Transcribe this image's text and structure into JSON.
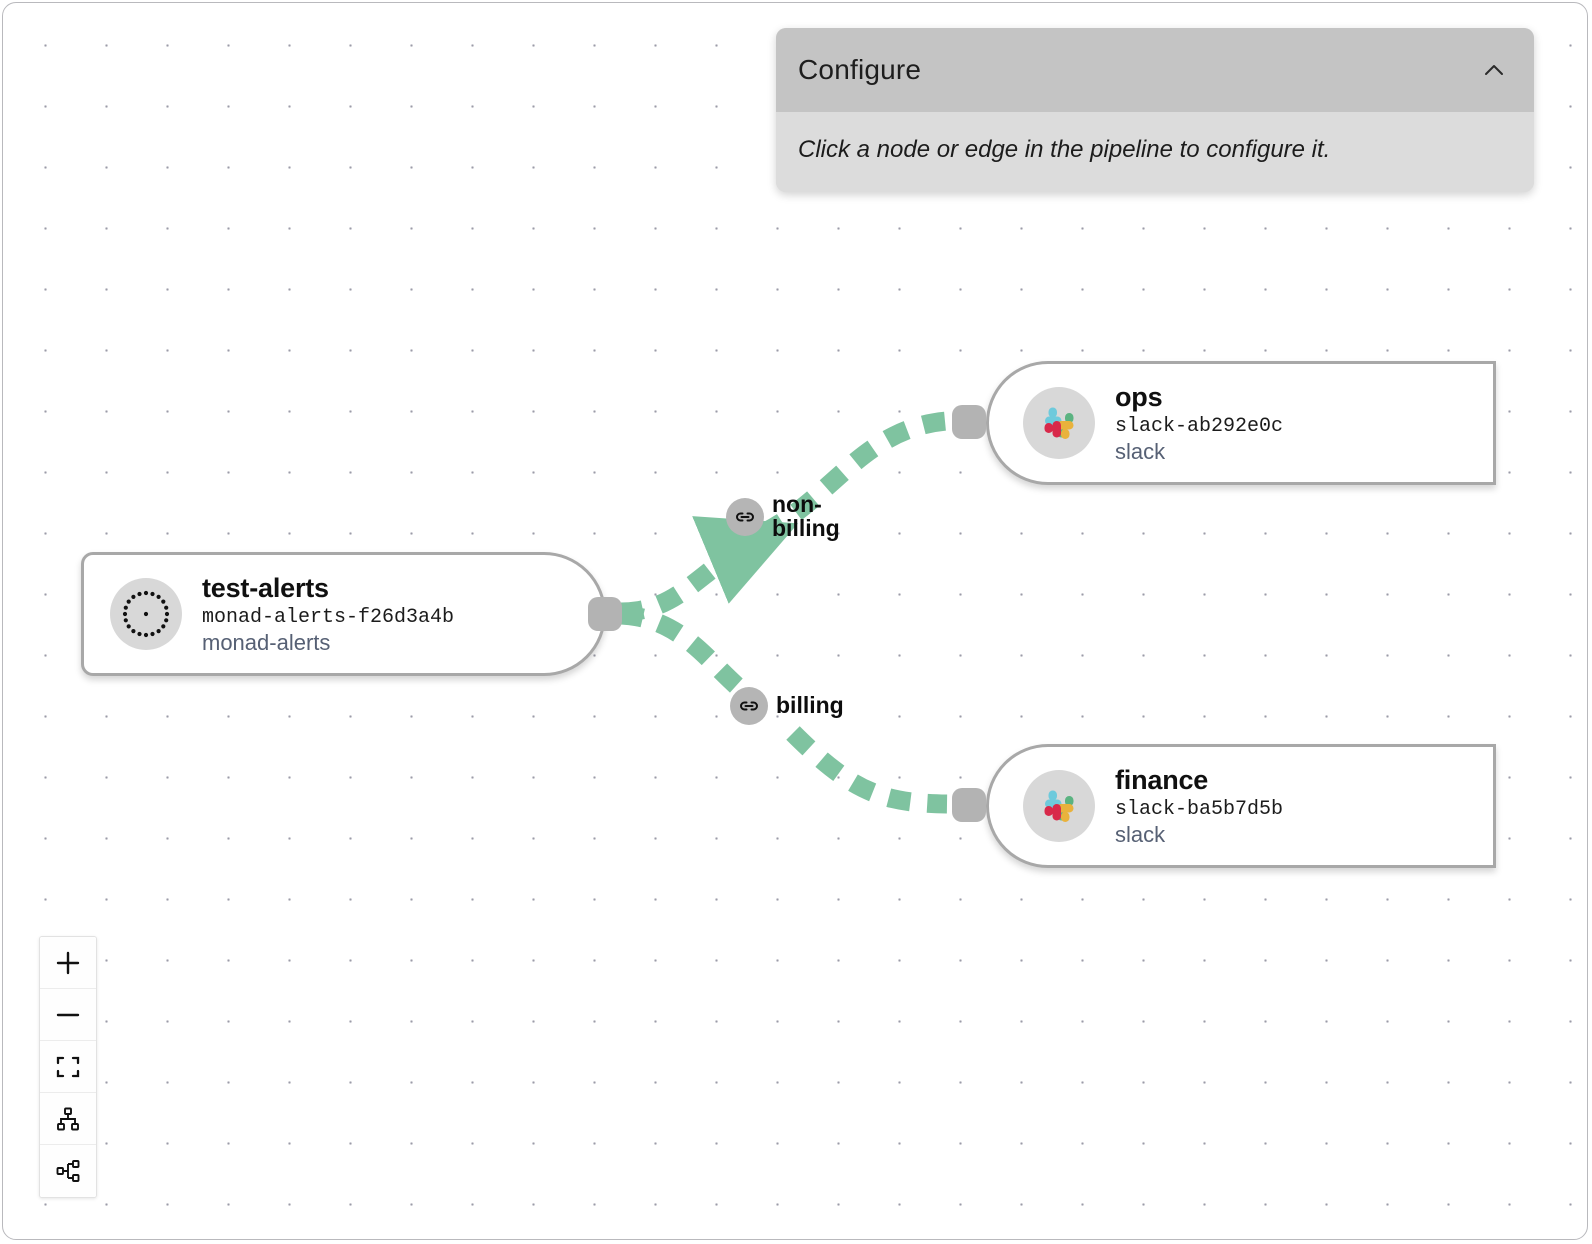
{
  "panel": {
    "title": "Configure",
    "hint": "Click a node or edge in the pipeline to configure it.",
    "collapse_icon": "chevron-up-icon"
  },
  "pipeline": {
    "nodes": [
      {
        "id": "source",
        "title": "test-alerts",
        "identifier": "monad-alerts-f26d3a4b",
        "type": "monad-alerts",
        "icon": "monad-alerts-icon"
      },
      {
        "id": "ops",
        "title": "ops",
        "identifier": "slack-ab292e0c",
        "type": "slack",
        "icon": "slack-icon"
      },
      {
        "id": "finance",
        "title": "finance",
        "identifier": "slack-ba5b7d5b",
        "type": "slack",
        "icon": "slack-icon"
      }
    ],
    "edges": [
      {
        "id": "edge-non-billing",
        "label": "non-billing",
        "icon": "link-icon",
        "from": "test-alerts",
        "to": "ops"
      },
      {
        "id": "edge-billing",
        "label": "billing",
        "icon": "link-icon",
        "from": "test-alerts",
        "to": "finance"
      }
    ]
  },
  "controls": [
    {
      "name": "zoom-in",
      "icon": "plus-icon"
    },
    {
      "name": "zoom-out",
      "icon": "minus-icon"
    },
    {
      "name": "fit-view",
      "icon": "fit-view-icon"
    },
    {
      "name": "layout-vertical",
      "icon": "hierarchy-vertical-icon"
    },
    {
      "name": "layout-horizontal",
      "icon": "hierarchy-horizontal-icon"
    }
  ],
  "colors": {
    "edge_green": "#7fc3a0",
    "node_border": "#a8a8a8",
    "handle": "#b3b3b3",
    "panel_header": "#c4c4c4",
    "panel_body": "#dcdcdc",
    "grid_dot": "#9b9ba8",
    "slack_blue": "#6ecadc",
    "slack_green": "#5bb381",
    "slack_yellow": "#e9b23c",
    "slack_red": "#d8294a"
  }
}
